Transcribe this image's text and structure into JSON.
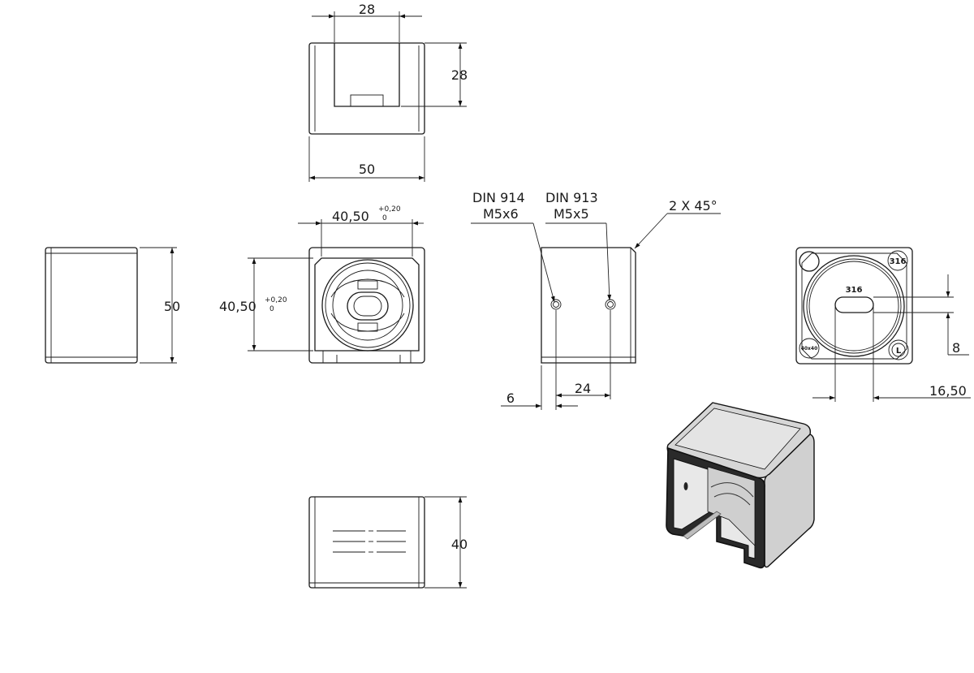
{
  "top_view": {
    "dim_top_width": "28",
    "dim_height": "28",
    "dim_bottom_width": "50"
  },
  "front_view": {
    "dim_width_value": "40,50",
    "dim_width_tol_upper": "+0,20",
    "dim_width_tol_lower": "0",
    "dim_height_value": "40,50",
    "dim_height_tol_upper": "+0,20",
    "dim_height_tol_lower": "0"
  },
  "left_view": {
    "dim_height": "50"
  },
  "side_view": {
    "screw1_standard": "DIN 914",
    "screw1_size": "M5x6",
    "screw2_standard": "DIN 913",
    "screw2_size": "M5x5",
    "chamfer": "2 X 45°",
    "dim_offset": "6",
    "dim_spacing": "24"
  },
  "right_view": {
    "mark_material": "316",
    "mark_material_center": "316",
    "mark_size": "40x40",
    "mark_side": "L",
    "dim_slot": "8",
    "dim_offset": "16,50"
  },
  "bottom_view": {
    "dim_height": "40"
  },
  "iso_view": {
    "fill_color": "#d6d6d6",
    "edge_color": "#111111"
  }
}
